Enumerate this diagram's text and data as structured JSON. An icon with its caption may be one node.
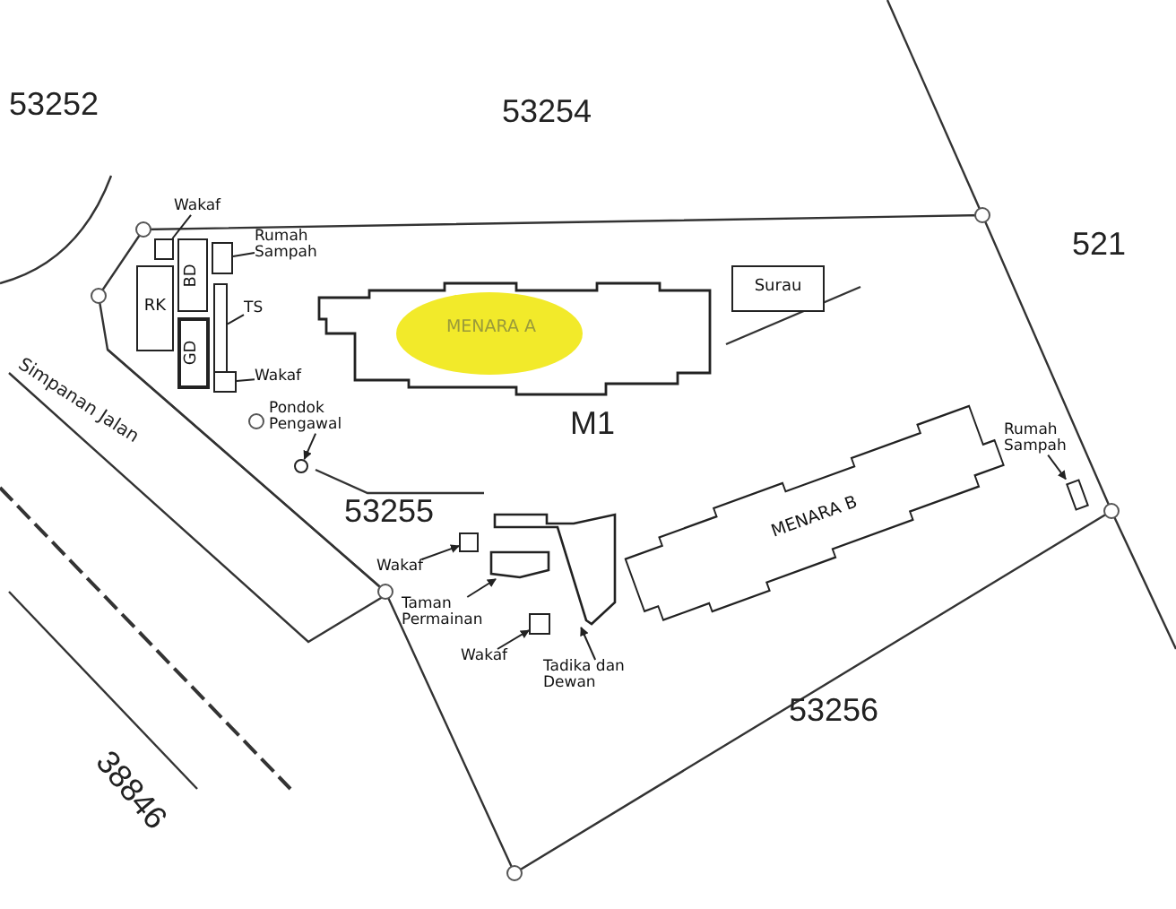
{
  "diagram": {
    "nodes": [
      {
        "text": [
          "Wakaf"
        ]
      },
      {
        "text": [],
        "shape": "box"
      },
      {
        "text": [
          "Rumah Sampah"
        ]
      },
      {
        "text": [],
        "shape": "box"
      },
      {
        "text": [
          "RK"
        ]
      },
      {
        "text": [
          "BD"
        ]
      },
      {
        "text": [
          "GD"
        ]
      },
      {
        "text": [
          "TS"
        ]
      },
      {
        "text": [],
        "shape": "box"
      },
      {
        "text": [
          "Wakaf"
        ]
      },
      {
        "text": [],
        "shape": "box"
      },
      {
        "text": [
          "Pondok Pengawal"
        ]
      },
      {
        "text": [],
        "shape": "circle"
      },
      {
        "text": [
          "MENARA A"
        ]
      },
      {
        "text": [
          "Surau"
        ]
      },
      {
        "text": [
          "MENARA B"
        ]
      },
      {
        "text": [
          "Rumah Sampah"
        ]
      },
      {
        "text": [],
        "shape": "box"
      },
      {
        "text": [
          "Wakaf"
        ]
      },
      {
        "text": [],
        "shape": "box"
      },
      {
        "text": [
          "Taman Permainan"
        ]
      },
      {
        "text": [],
        "shape": "box"
      },
      {
        "text": [
          "Wakaf"
        ]
      },
      {
        "text": [],
        "shape": "box"
      },
      {
        "text": [
          "Tadika dan Dewan"
        ]
      },
      {
        "text": [],
        "shape": "box"
      }
    ],
    "edges": [
      {
        "from": 0,
        "to": 1,
        "arrow": "none"
      },
      {
        "from": 2,
        "to": 3,
        "arrow": "none"
      },
      {
        "from": 7,
        "to": 8,
        "arrow": "none"
      },
      {
        "from": 9,
        "to": 10,
        "arrow": "none"
      },
      {
        "from": 11,
        "to": 12,
        "arrow": "to"
      },
      {
        "from": 16,
        "to": 17,
        "arrow": "to"
      },
      {
        "from": 18,
        "to": 19,
        "arrow": "to"
      },
      {
        "from": 20,
        "to": 21,
        "arrow": "to"
      },
      {
        "from": 22,
        "to": 23,
        "arrow": "to"
      },
      {
        "from": 24,
        "to": 25,
        "arrow": "to"
      }
    ],
    "labels": [
      "53252",
      "53254",
      "521",
      "Simpanan Jalan",
      "M1",
      "53255",
      "53256",
      "38846"
    ]
  }
}
